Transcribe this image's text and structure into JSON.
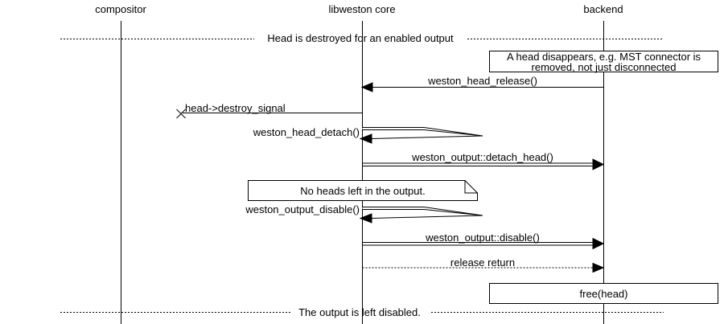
{
  "diagram": {
    "actors": [
      {
        "name": "compositor"
      },
      {
        "name": "libweston core"
      },
      {
        "name": "backend"
      }
    ],
    "dividers": {
      "top": "Head is destroyed for an enabled output",
      "bottom": "The output is left disabled."
    },
    "notes": {
      "head_disappears_line1": "A head disappears, e.g. MST connector is",
      "head_disappears_line2": "removed, not just disconnected",
      "no_heads_left": "No heads left in the output."
    },
    "messages": {
      "head_release": "weston_head_release()",
      "destroy_signal": "head->destroy_signal",
      "head_detach": "weston_head_detach()",
      "detach_head": "weston_output::detach_head()",
      "output_disable_self": "weston_output_disable()",
      "output_disable": "weston_output::disable()",
      "release_return": "release return",
      "free_head": "free(head)"
    },
    "colors": {
      "line": "#000000",
      "background": "#ffffff"
    }
  }
}
